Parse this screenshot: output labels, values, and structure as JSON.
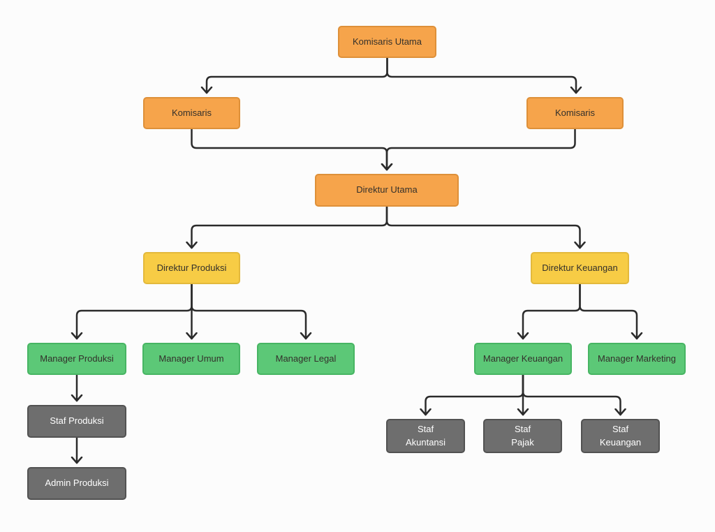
{
  "palette": {
    "orange_fill": "#F6A44B",
    "orange_border": "#DE9039",
    "yellow_fill": "#F7CC45",
    "yellow_border": "#E3B93C",
    "green_fill": "#5CC877",
    "green_border": "#47B563",
    "gray_fill": "#6E6E6E",
    "gray_border": "#525252",
    "line_color": "#2B2B2B",
    "background": "#FCFCFC",
    "dark_text": "#33302B",
    "light_text": "#FFFFFF"
  },
  "nodes": {
    "komisaris_utama": {
      "label": "Komisaris Utama",
      "type": "orange"
    },
    "komisaris_left": {
      "label": "Komisaris",
      "type": "orange"
    },
    "komisaris_right": {
      "label": "Komisaris",
      "type": "orange"
    },
    "direktur_utama": {
      "label": "Direktur Utama",
      "type": "orange"
    },
    "direktur_produksi": {
      "label": "Direktur Produksi",
      "type": "yellow"
    },
    "direktur_keuangan": {
      "label": "Direktur Keuangan",
      "type": "yellow"
    },
    "manager_produksi": {
      "label": "Manager Produksi",
      "type": "green"
    },
    "manager_umum": {
      "label": "Manager Umum",
      "type": "green"
    },
    "manager_legal": {
      "label": "Manager Legal",
      "type": "green"
    },
    "manager_keuangan": {
      "label": "Manager Keuangan",
      "type": "green"
    },
    "manager_marketing": {
      "label": "Manager Marketing",
      "type": "green"
    },
    "staf_produksi": {
      "label": "Staf Produksi",
      "type": "gray"
    },
    "admin_produksi": {
      "label": "Admin Produksi",
      "type": "gray"
    },
    "staf_akuntansi": {
      "label": "Staf Akuntansi",
      "type": "gray",
      "lines": [
        "Staf",
        "Akuntansi"
      ]
    },
    "staf_pajak": {
      "label": "Staf Pajak",
      "type": "gray",
      "lines": [
        "Staf",
        "Pajak"
      ]
    },
    "staf_keuangan": {
      "label": "Staf Keuangan",
      "type": "gray",
      "lines": [
        "Staf",
        "Keuangan"
      ]
    }
  },
  "edges": [
    {
      "from": "komisaris_utama",
      "to": "komisaris_left"
    },
    {
      "from": "komisaris_utama",
      "to": "komisaris_right"
    },
    {
      "from": "komisaris_left",
      "to": "direktur_utama"
    },
    {
      "from": "komisaris_right",
      "to": "direktur_utama"
    },
    {
      "from": "direktur_utama",
      "to": "direktur_produksi"
    },
    {
      "from": "direktur_utama",
      "to": "direktur_keuangan"
    },
    {
      "from": "direktur_produksi",
      "to": "manager_produksi"
    },
    {
      "from": "direktur_produksi",
      "to": "manager_umum"
    },
    {
      "from": "direktur_produksi",
      "to": "manager_legal"
    },
    {
      "from": "direktur_keuangan",
      "to": "manager_keuangan"
    },
    {
      "from": "direktur_keuangan",
      "to": "manager_marketing"
    },
    {
      "from": "manager_produksi",
      "to": "staf_produksi"
    },
    {
      "from": "staf_produksi",
      "to": "admin_produksi"
    },
    {
      "from": "manager_keuangan",
      "to": "staf_akuntansi"
    },
    {
      "from": "manager_keuangan",
      "to": "staf_pajak"
    },
    {
      "from": "manager_keuangan",
      "to": "staf_keuangan"
    }
  ]
}
